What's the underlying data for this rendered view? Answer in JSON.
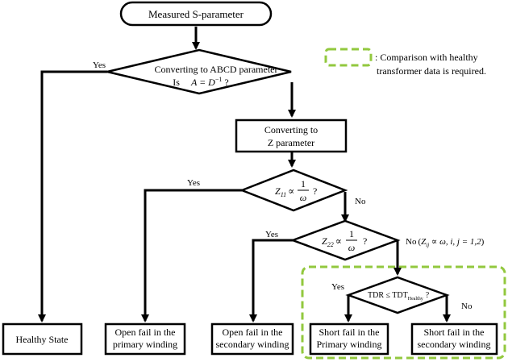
{
  "start": {
    "label": "Measured S-parameter"
  },
  "decision_abcd": {
    "line1": "Converting to ABCD parameter",
    "line2_prefix": "Is",
    "line2_expr": "A = D",
    "line2_sup": "−1",
    "line2_suffix": "?"
  },
  "process_z": {
    "line1": "Converting to",
    "line2": "Z parameter"
  },
  "decision_z11": {
    "z": "Z",
    "sub": "11",
    "num": "1",
    "den": "ω",
    "q": "?"
  },
  "decision_z22": {
    "z": "Z",
    "sub": "22",
    "num": "1",
    "den": "ω",
    "q": "?"
  },
  "decision_tdr": {
    "lhs": "TDR ≤ TDT",
    "sub": "Healthy",
    "q": "?"
  },
  "labels": {
    "yes": "Yes",
    "no": "No",
    "no_with_cond_prefix": "No",
    "no_cond": "Z",
    "no_cond_sub": "ij",
    "no_cond_rest": " ∝ ω,  i, j = 1,2"
  },
  "legend": {
    "line1": ": Comparison with healthy",
    "line2": "transformer data is required."
  },
  "outcomes": {
    "healthy": "Healthy State",
    "open_primary": [
      "Open fail in the",
      "primary winding"
    ],
    "open_secondary": [
      "Open fail in the",
      "secondary winding"
    ],
    "short_primary": [
      "Short fail in the",
      "Primary winding"
    ],
    "short_secondary": [
      "Short fail in the",
      "secondary winding"
    ]
  },
  "colors": {
    "dashed_border": "#92c83e",
    "line": "#000000"
  }
}
